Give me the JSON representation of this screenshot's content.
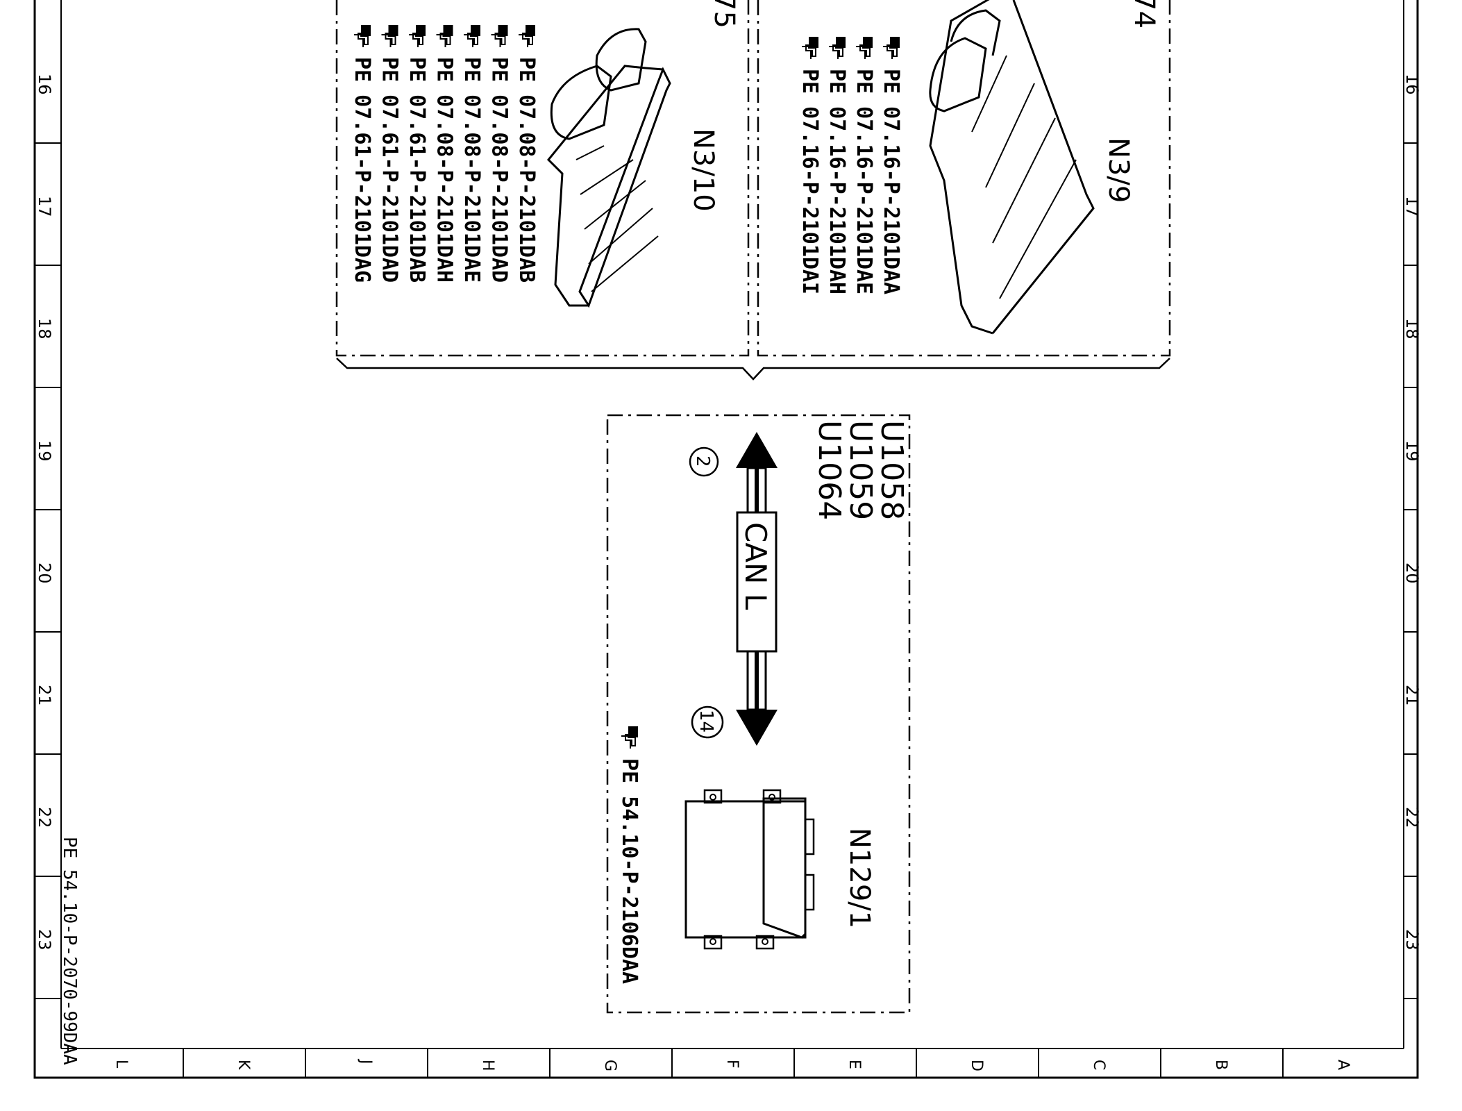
{
  "drawing_number": "PE 54.10-P-2070-99DAA",
  "grid": {
    "row_labels": [
      "16",
      "17",
      "18",
      "19",
      "20",
      "21",
      "22",
      "23"
    ],
    "col_labels": [
      "L",
      "K",
      "J",
      "H",
      "G",
      "F",
      "E",
      "D",
      "C",
      "B",
      "A"
    ]
  },
  "modules": {
    "n3_10": {
      "id": "N3/10",
      "partial_number": "75",
      "references": [
        "PE 07.08-P-2101DAB",
        "PE 07.08-P-2101DAD",
        "PE 07.08-P-2101DAE",
        "PE 07.08-P-2101DAH",
        "PE 07.61-P-2101DAB",
        "PE 07.61-P-2101DAD",
        "PE 07.61-P-2101DAG"
      ]
    },
    "n3_9": {
      "id": "N3/9",
      "partial_number": "74",
      "references": [
        "PE 07.16-P-2101DAA",
        "PE 07.16-P-2101DAE",
        "PE 07.16-P-2101DAH",
        "PE 07.16-P-2101DAI"
      ]
    },
    "n129_1": {
      "id": "N129/1",
      "reference": "PE 54.10-P-2106DAA"
    }
  },
  "can_link": {
    "label": "CAN L",
    "codes": [
      "U1058",
      "U1059",
      "U1064"
    ],
    "pin_top": "2",
    "pin_bottom": "14"
  },
  "icons": {
    "reference": "pointing-hand-book-icon"
  }
}
